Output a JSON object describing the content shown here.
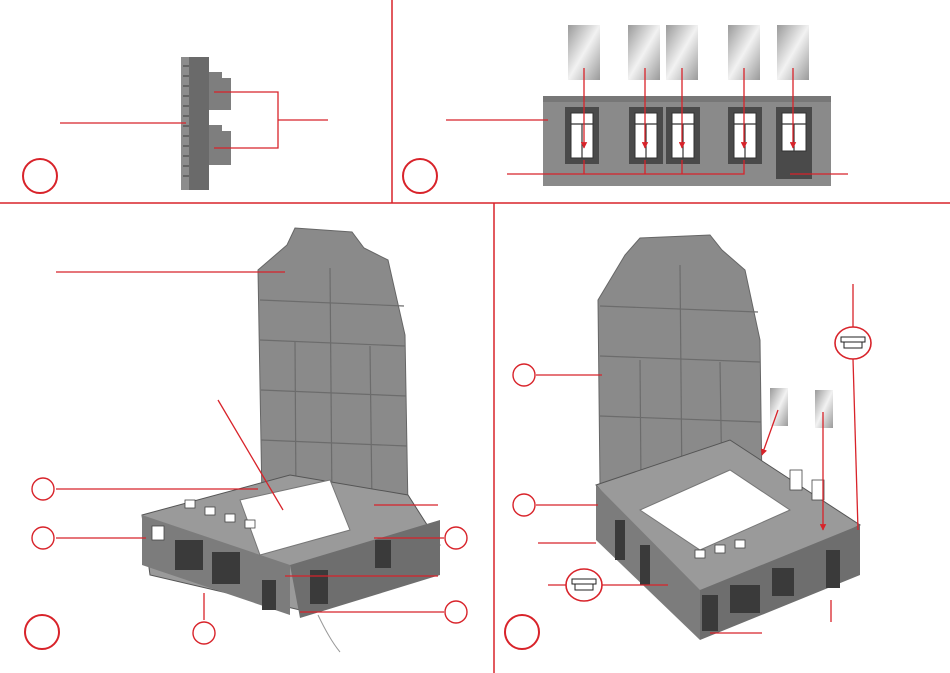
{
  "page": {
    "background": "#ffffff"
  },
  "colors": {
    "accent_red": "#d8232a",
    "model_gray": "#8a8a8a",
    "model_dark": "#5b5b5b",
    "model_light": "#b4b4b4",
    "floor_white": "#ffffff"
  },
  "panels": [
    {
      "name": "step-1-window-frame-part",
      "step_label": ""
    },
    {
      "name": "step-2-front-wall-windows",
      "step_label": ""
    },
    {
      "name": "step-3-rear-wall-interior-assembly",
      "step_label": ""
    },
    {
      "name": "step-4-building-shell-assembly",
      "step_label": ""
    }
  ],
  "callouts": {
    "numbered_circles": [
      "",
      "",
      "",
      "",
      "",
      "",
      "",
      "",
      "",
      ""
    ]
  },
  "icons": {
    "glue_tube": "glue-tube-icon",
    "glass_pane": "window-glass-pane-icon"
  }
}
